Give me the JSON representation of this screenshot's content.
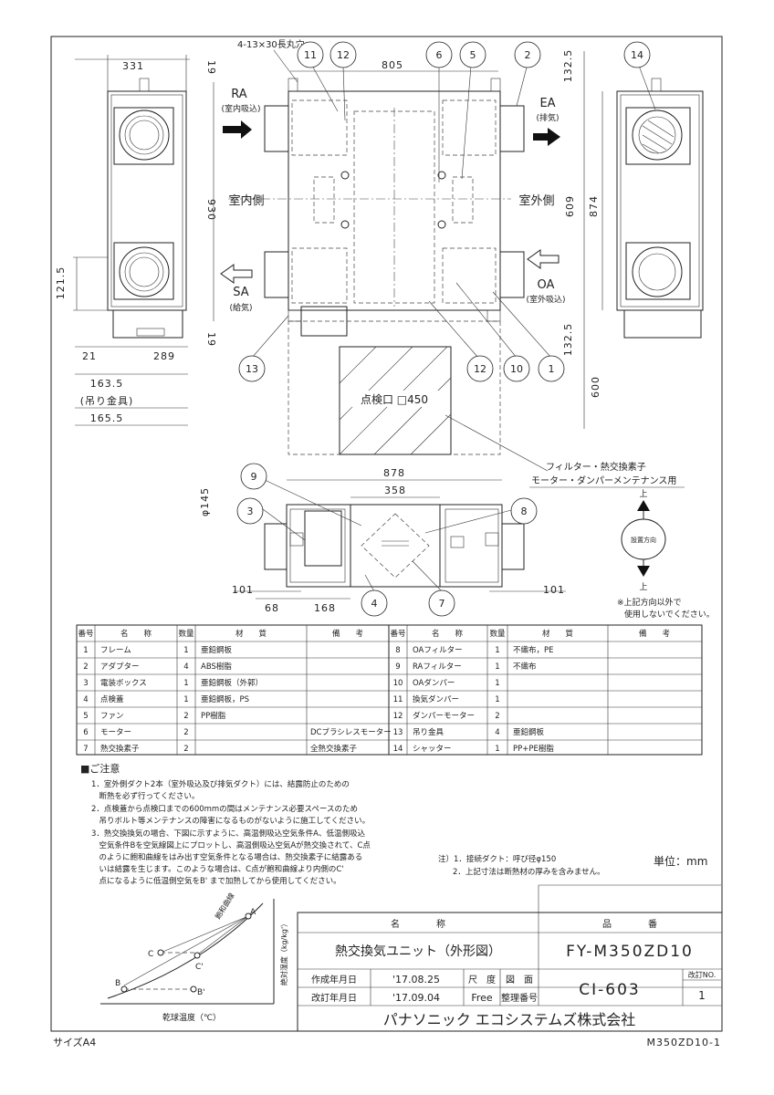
{
  "dimensions": {
    "slot_holes": "4-13×30長丸穴",
    "top_width": "805",
    "side_width": "331",
    "margin_top": "19",
    "margin_bottom": "19",
    "height_930": "930",
    "right_132_top": "132.5",
    "right_132_bottom": "132.5",
    "right_609": "609",
    "right_874": "874",
    "right_600": "600",
    "left_121": "121.5",
    "left_21": "21",
    "left_289": "289",
    "hanger_163": "163.5",
    "hanger_note": "(吊り金具)",
    "hanger_165": "165.5",
    "bottom_878": "878",
    "bottom_358": "358",
    "bottom_phi145": "φ145",
    "bottom_101_left": "101",
    "bottom_101_right": "101",
    "bottom_68": "68",
    "bottom_168": "168"
  },
  "ports": {
    "ra": "RA",
    "ra_sub": "(室内吸込)",
    "ea": "EA",
    "ea_sub": "(排気)",
    "sa": "SA",
    "sa_sub": "(給気)",
    "oa": "OA",
    "oa_sub": "(室外吸込)",
    "indoor": "室内側",
    "outdoor": "室外側",
    "inspection": "点検口 □450",
    "maintenance_1": "フィルター・熱交換素子",
    "maintenance_2": "モーター・ダンパーメンテナンス用"
  },
  "orientation": {
    "up": "上",
    "label": "設置方向",
    "down": "上",
    "note_1": "※上記方向以外で",
    "note_2": "使用しないでください。"
  },
  "callouts": [
    "11",
    "12",
    "6",
    "5",
    "2",
    "14",
    "13",
    "12",
    "10",
    "1",
    "9",
    "3",
    "8",
    "4",
    "7"
  ],
  "parts_table": {
    "headers": [
      "番号",
      "名　　称",
      "数量",
      "材　　質",
      "備　　考"
    ],
    "left_rows": [
      {
        "no": "1",
        "name": "フレーム",
        "qty": "1",
        "material": "亜鉛鋼板",
        "note": ""
      },
      {
        "no": "2",
        "name": "アダプター",
        "qty": "4",
        "material": "ABS樹脂",
        "note": ""
      },
      {
        "no": "3",
        "name": "電装ボックス",
        "qty": "1",
        "material": "亜鉛鋼板（外郭）",
        "note": ""
      },
      {
        "no": "4",
        "name": "点検蓋",
        "qty": "1",
        "material": "亜鉛鋼板，PS",
        "note": ""
      },
      {
        "no": "5",
        "name": "ファン",
        "qty": "2",
        "material": "PP樹脂",
        "note": ""
      },
      {
        "no": "6",
        "name": "モーター",
        "qty": "2",
        "material": "",
        "note": "DCブラシレスモーター"
      },
      {
        "no": "7",
        "name": "熱交換素子",
        "qty": "2",
        "material": "",
        "note": "全熱交換素子"
      }
    ],
    "right_rows": [
      {
        "no": "8",
        "name": "OAフィルター",
        "qty": "1",
        "material": "不織布，PE",
        "note": ""
      },
      {
        "no": "9",
        "name": "RAフィルター",
        "qty": "1",
        "material": "不織布",
        "note": ""
      },
      {
        "no": "10",
        "name": "OAダンパー",
        "qty": "1",
        "material": "",
        "note": ""
      },
      {
        "no": "11",
        "name": "換気ダンパー",
        "qty": "1",
        "material": "",
        "note": ""
      },
      {
        "no": "12",
        "name": "ダンパーモーター",
        "qty": "2",
        "material": "",
        "note": ""
      },
      {
        "no": "13",
        "name": "吊り金具",
        "qty": "4",
        "material": "亜鉛鋼板",
        "note": ""
      },
      {
        "no": "14",
        "name": "シャッター",
        "qty": "1",
        "material": "PP+PE樹脂",
        "note": ""
      }
    ]
  },
  "notes": {
    "heading": "■ご注意",
    "lines": [
      "1．室外側ダクト2本（室外吸込及び排気ダクト）には、結露防止のための",
      "　断熱を必ず行ってください。",
      "2．点検蓋から点検口までの600mmの間はメンテナンス必要スペースのため",
      "　吊りボルト等メンテナンスの障害になるものがないように施工してください。",
      "3．熱交換換気の場合、下図に示すように、高温側吸込空気条件A、低温側吸込",
      "　空気条件Bを空気線図上にプロットし、高温側吸込空気Aが熱交換されて、C点",
      "　のように飽和曲線をはみ出す空気条件となる場合は、熱交換素子に結露ある",
      "　いは結露を生じます。このような場合は、C点が飽和曲線より内側のC'",
      "　点になるように低温側空気をB' まで加熱してから使用してください。"
    ],
    "footnote_1": "注）1．接続ダクト：呼び径φ150",
    "footnote_2": "2．上記寸法は断熱材の厚みを含みません。",
    "unit": "単位：mm"
  },
  "psychro": {
    "y_label": "絶対湿度（kg/kg'）",
    "x_label": "乾球温度（℃）",
    "curve_label": "飽和曲線",
    "pt_a": "A",
    "pt_b": "B",
    "pt_c": "C",
    "pt_c2": "C'",
    "pt_b2": "B'"
  },
  "title_block": {
    "name_head": "名　　　　称",
    "part_head": "品　　　　番",
    "name": "熱交換気ユニット（外形図）",
    "part_no": "FY-M350ZD10",
    "created_label": "作成年月日",
    "created": "'17.08.25",
    "revised_label": "改訂年月日",
    "revised": "'17.09.04",
    "scale_label": "尺　度",
    "scale": "Free",
    "drawing_label": "図　面",
    "control_label": "整理番号",
    "drawing_no": "CI-603",
    "rev_label": "改訂NO.",
    "rev": "1",
    "company": "パナソニック エコシステムズ株式会社"
  },
  "footer": {
    "size": "サイズA4",
    "code": "M350ZD10-1"
  }
}
